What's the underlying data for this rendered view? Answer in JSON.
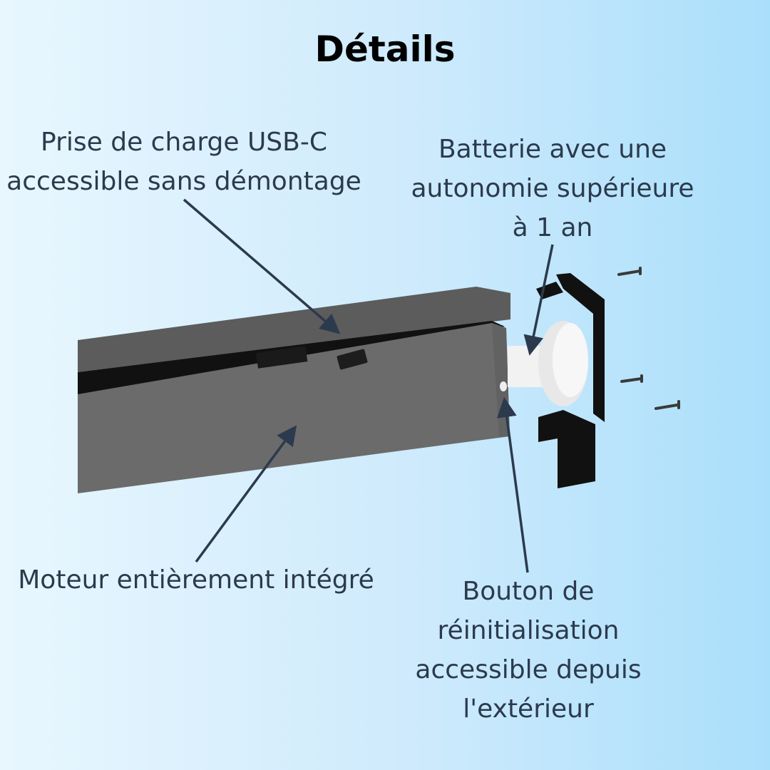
{
  "title": "Détails",
  "labels": {
    "usb": [
      "Prise de charge USB-C",
      "accessible sans démontage"
    ],
    "battery": [
      "Batterie avec une",
      "autonomie supérieure",
      "à 1 an"
    ],
    "motor": [
      "Moteur entièrement intégré"
    ],
    "reset": [
      "Bouton de",
      "réinitialisation",
      "accessible depuis",
      "l'extérieur"
    ]
  },
  "colors": {
    "arrow": "#2c3a4d",
    "rail": "#6a6a6a",
    "endcap": "#111111"
  }
}
